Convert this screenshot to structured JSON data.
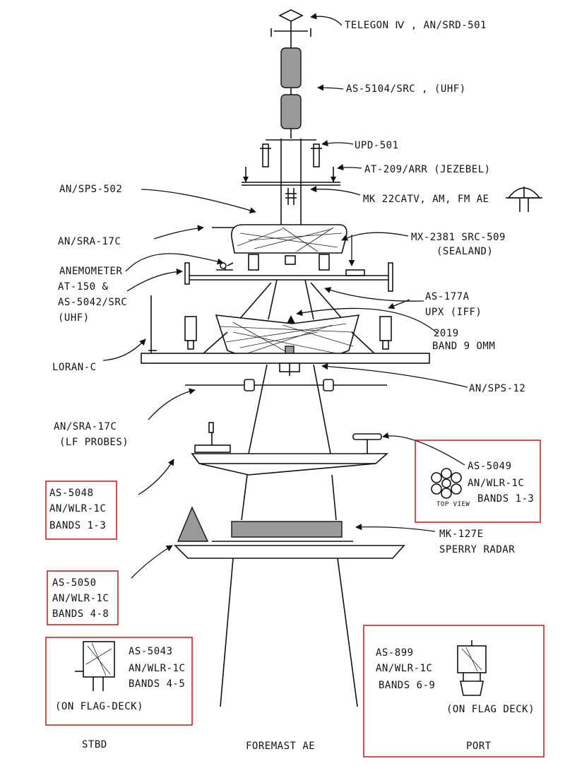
{
  "labels": {
    "telegon": "TELEGON Ⅳ , AN/SRD-501",
    "as5104": "AS-5104/SRC , (UHF)",
    "upd501": "UPD-501",
    "at209": "AT-209/ARR (JEZEBEL)",
    "mk22": "MK 22CATV, AM, FM AE",
    "sps502": "AN/SPS-502",
    "sra17c_top": "AN/SRA-17C",
    "mx2381_1": "MX-2381 SRC-509",
    "mx2381_2": "(SEALAND)",
    "anem_1": "ANEMOMETER",
    "anem_2": "AT-150 &",
    "anem_3": "AS-5042/SRC",
    "anem_4": "(UHF)",
    "as177a_1": "AS-177A",
    "as177a_2": "UPX (IFF)",
    "r2019_1": "2019",
    "r2019_2": "BAND 9 OMM",
    "loran": "LORAN-C",
    "sps12": "AN/SPS-12",
    "sra17c_lf_1": "AN/SRA-17C",
    "sra17c_lf_2": "(LF PROBES)",
    "mk127_1": "MK-127E",
    "mk127_2": "SPERRY RADAR",
    "stbd": "STBD",
    "foremast": "FOREMAST AE",
    "port": "PORT"
  },
  "boxes": {
    "as5048": [
      "AS-5048",
      "AN/WLR-1C",
      "BANDS 1-3"
    ],
    "as5049": [
      "AS-5049",
      "AN/WLR-1C",
      "BANDS 1-3"
    ],
    "as5049_topview": "TOP VIEW",
    "as5050": [
      "AS-5050",
      "AN/WLR-1C",
      "BANDS 4-8"
    ],
    "as5043": [
      "AS-5043",
      "AN/WLR-1C",
      "BANDS 4-5"
    ],
    "as5043_note": "(ON FLAG-DECK)",
    "as899": [
      "AS-899",
      "AN/WLR-1C",
      "BANDS 6-9"
    ],
    "as899_note": "(ON FLAG DECK)"
  },
  "colors": {
    "ink": "#111111",
    "frame": "#cc2222",
    "paper": "#ffffff",
    "shade": "#9a9a9a"
  },
  "icons": [
    "arrow",
    "mast-drawing",
    "dome-antenna-icon",
    "flower-antenna-icon",
    "cylinder-antenna-icon"
  ]
}
